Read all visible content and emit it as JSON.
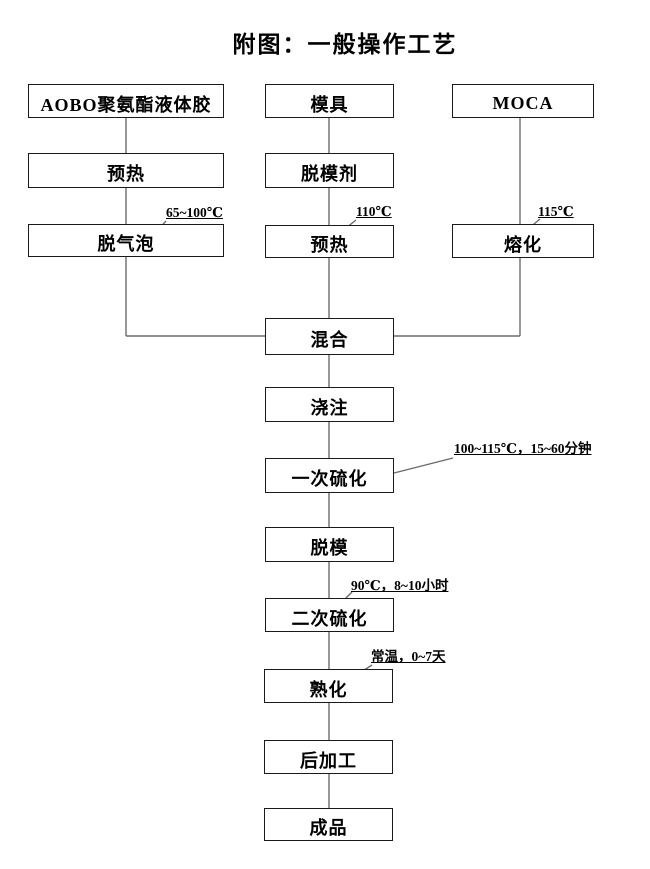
{
  "title": "附图：一般操作工艺",
  "flow": {
    "type": "flowchart",
    "nodes": [
      {
        "id": "aobo",
        "label": "AOBO聚氨酯液体胶"
      },
      {
        "id": "mold",
        "label": "模具"
      },
      {
        "id": "moca",
        "label": "MOCA"
      },
      {
        "id": "preheat-glue",
        "label": "预热"
      },
      {
        "id": "release-agent",
        "label": "脱模剂"
      },
      {
        "id": "degas",
        "label": "脱气泡"
      },
      {
        "id": "preheat-mold",
        "label": "预热"
      },
      {
        "id": "melt",
        "label": "熔化"
      },
      {
        "id": "mix",
        "label": "混合"
      },
      {
        "id": "pour",
        "label": "浇注"
      },
      {
        "id": "first-cure",
        "label": "一次硫化"
      },
      {
        "id": "demold",
        "label": "脱模"
      },
      {
        "id": "second-cure",
        "label": "二次硫化"
      },
      {
        "id": "mature",
        "label": "熟化"
      },
      {
        "id": "post-process",
        "label": "后加工"
      },
      {
        "id": "finished-product",
        "label": "成品"
      }
    ],
    "edges": [
      [
        "aobo",
        "preheat-glue"
      ],
      [
        "preheat-glue",
        "degas"
      ],
      [
        "degas",
        "mix"
      ],
      [
        "mold",
        "release-agent"
      ],
      [
        "release-agent",
        "preheat-mold"
      ],
      [
        "preheat-mold",
        "mix"
      ],
      [
        "moca",
        "melt"
      ],
      [
        "melt",
        "mix"
      ],
      [
        "mix",
        "pour"
      ],
      [
        "pour",
        "first-cure"
      ],
      [
        "first-cure",
        "demold"
      ],
      [
        "demold",
        "second-cure"
      ],
      [
        "second-cure",
        "mature"
      ],
      [
        "mature",
        "post-process"
      ],
      [
        "post-process",
        "finished-product"
      ]
    ],
    "annotations": [
      {
        "target": "degas",
        "text": "65~100℃"
      },
      {
        "target": "preheat-mold",
        "text": "110℃"
      },
      {
        "target": "melt",
        "text": "115℃"
      },
      {
        "target": "first-cure",
        "text": "100~115℃，15~60分钟"
      },
      {
        "target": "second-cure",
        "text": "90℃，8~10小时"
      },
      {
        "target": "mature",
        "text": "常温，0~7天"
      }
    ],
    "colors": {
      "box_border": "#1a1a1a",
      "connector": "#6b6b6b",
      "text": "#000000",
      "background": "#ffffff"
    }
  }
}
